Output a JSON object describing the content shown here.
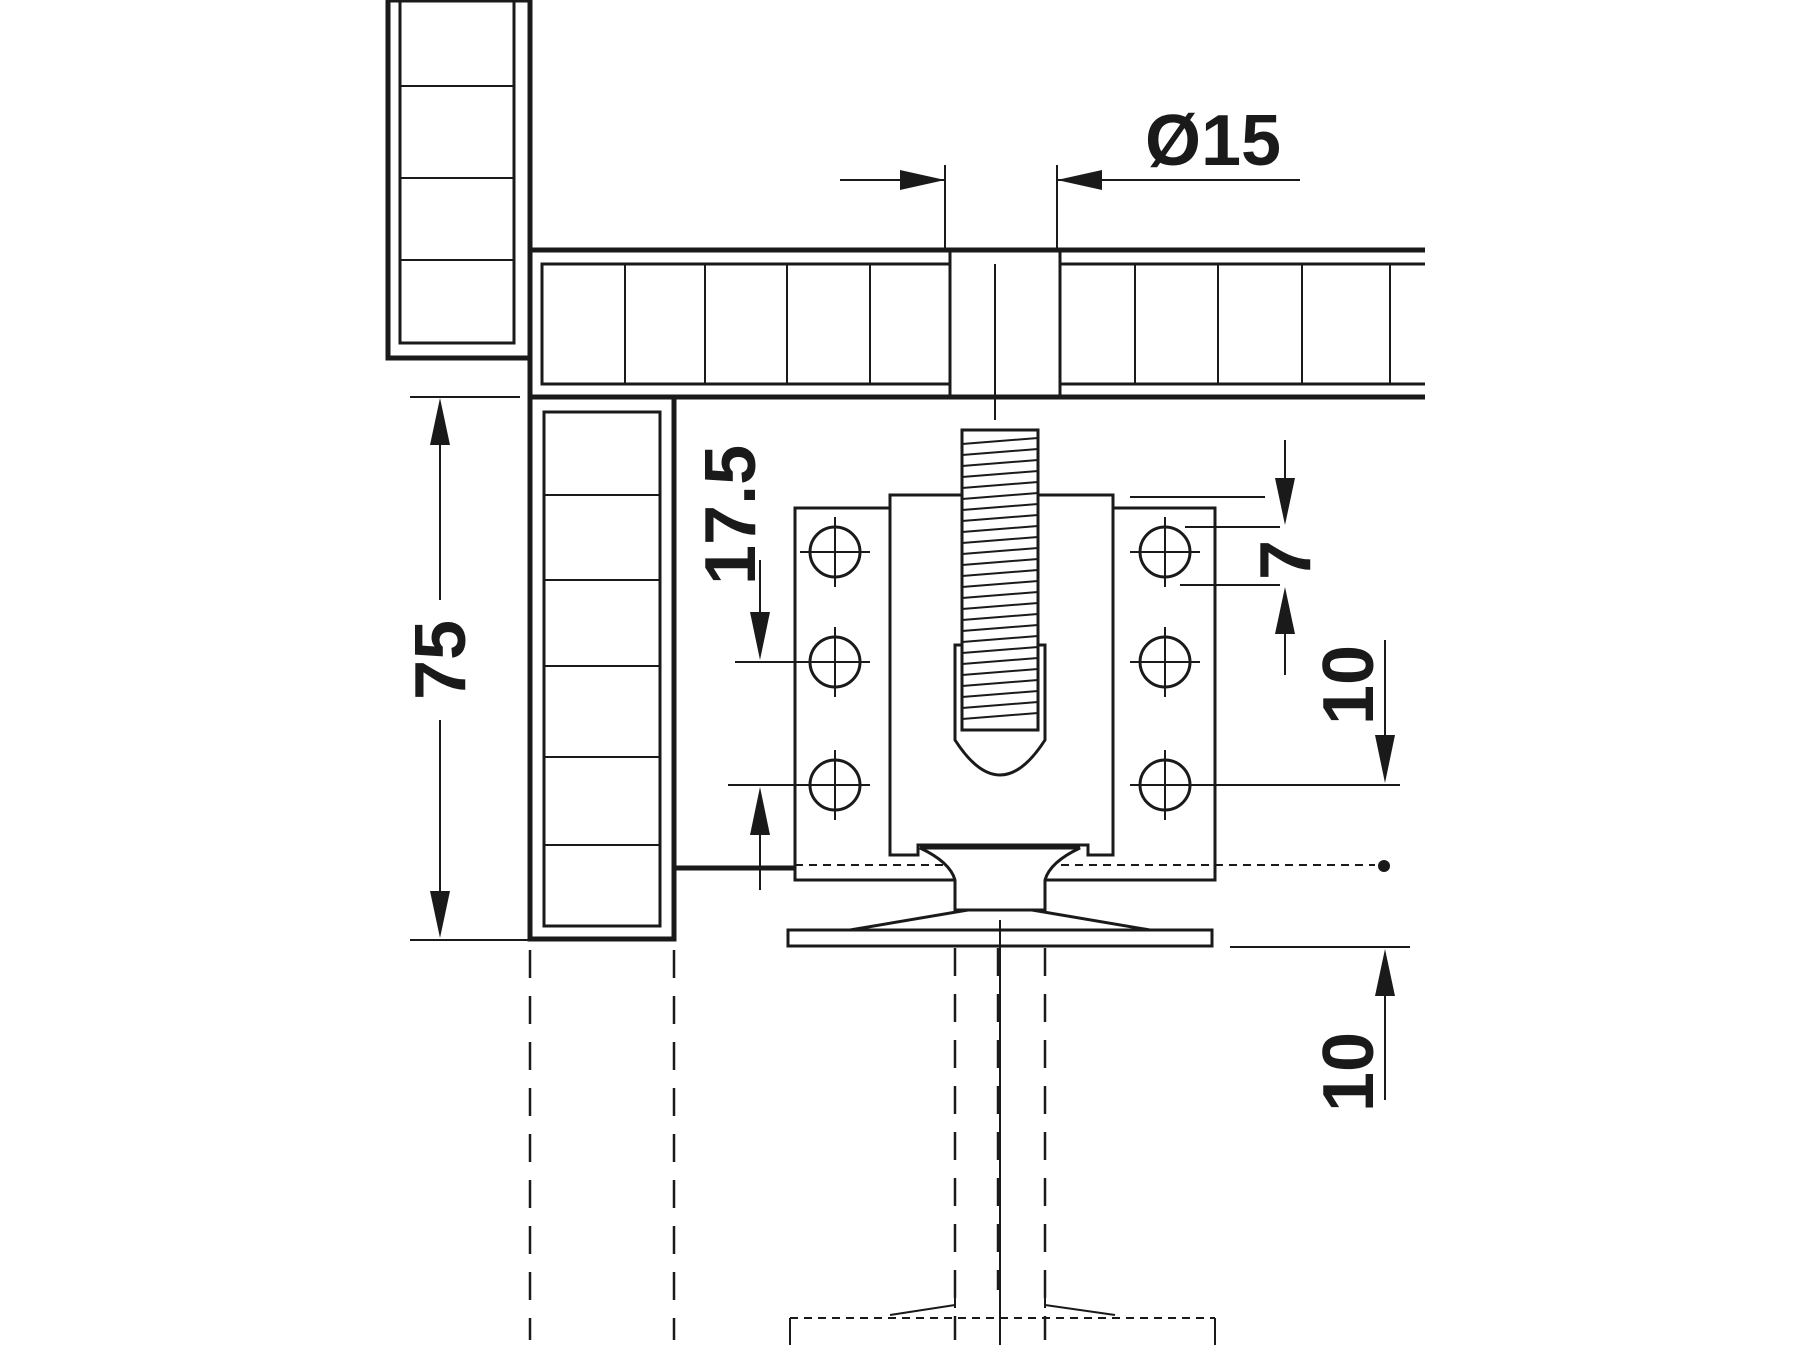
{
  "dimensions": {
    "diameter": "Ø15",
    "shelf_height": "75",
    "bolt_offset": "17.5",
    "hole_spacing": "7",
    "upper_adjust": "10",
    "lower_adjust": "10"
  }
}
